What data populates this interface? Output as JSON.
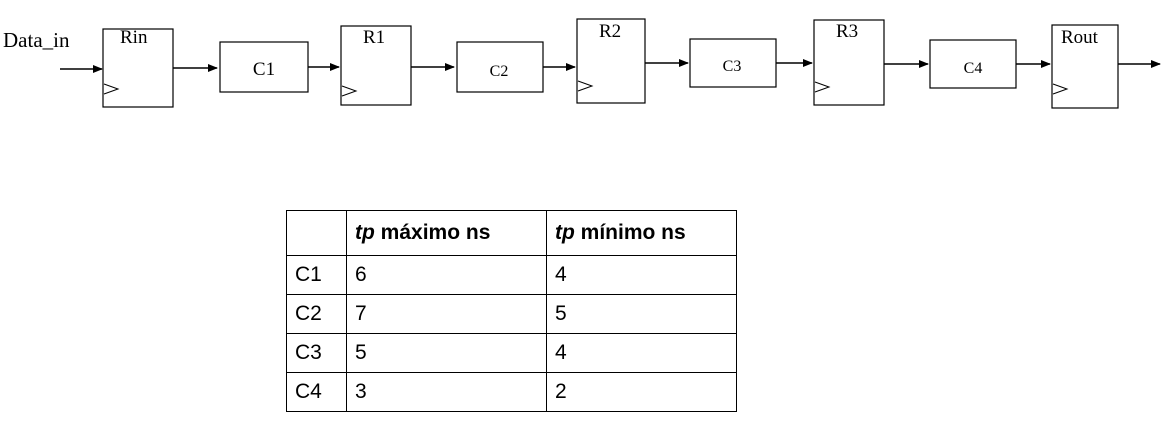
{
  "diagram": {
    "input_label": "Data_in",
    "registers": [
      "Rin",
      "R1",
      "R2",
      "R3",
      "Rout"
    ],
    "circuits": [
      "C1",
      "C2",
      "C3",
      "C4"
    ]
  },
  "table": {
    "headers": {
      "corner": "",
      "max": {
        "prefix": "tp",
        "suffix": " máximo ns"
      },
      "min": {
        "prefix": "tp",
        "suffix": " mínimo ns"
      }
    },
    "rows": [
      {
        "label": "C1",
        "max": "6",
        "min": "4"
      },
      {
        "label": "C2",
        "max": "7",
        "min": "5"
      },
      {
        "label": "C3",
        "max": "5",
        "min": "4"
      },
      {
        "label": "C4",
        "max": "3",
        "min": "2"
      }
    ]
  }
}
